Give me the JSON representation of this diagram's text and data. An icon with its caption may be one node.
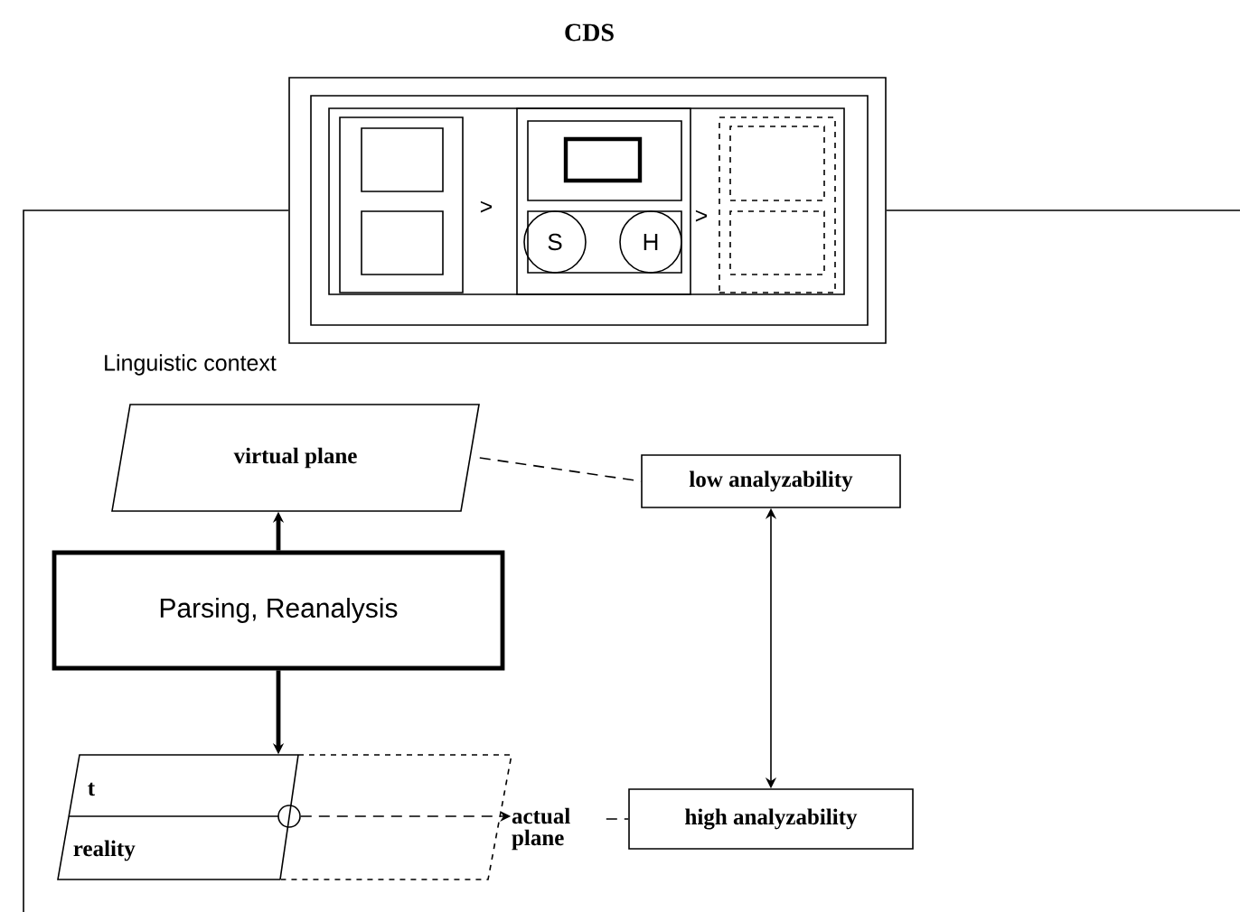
{
  "diagram": {
    "title": "CDS",
    "nodes": [
      {
        "text": [],
        "shape": "box"
      },
      {
        "text": [],
        "shape": "box",
        "in": 0
      },
      {
        "text": [],
        "shape": "box",
        "in": 1
      },
      {
        "text": [],
        "shape": "box",
        "in": 2
      },
      {
        "text": [],
        "shape": "box",
        "in": 3
      },
      {
        "text": [],
        "shape": "box",
        "in": 3
      },
      {
        "text": [],
        "shape": "box",
        "in": 2
      },
      {
        "text": [],
        "shape": "box",
        "in": 6
      },
      {
        "text": [],
        "shape": "box",
        "in": 7
      },
      {
        "text": [],
        "shape": "box",
        "in": 6
      },
      {
        "text": [
          "S"
        ],
        "in": 9
      },
      {
        "text": [
          "H"
        ],
        "in": 9
      },
      {
        "text": [],
        "shape": "box",
        "in": 2
      },
      {
        "text": [],
        "shape": "box",
        "in": 12
      },
      {
        "text": [],
        "shape": "box",
        "in": 12
      },
      {
        "text": [
          "virtual plane"
        ]
      },
      {
        "text": [
          "Parsing, Reanalysis"
        ]
      },
      {
        "text": [
          "t",
          "reality"
        ]
      },
      {
        "text": [],
        "shape": "circle",
        "in": 17
      },
      {
        "text": [
          "actual plane"
        ]
      },
      {
        "text": [
          "low analyzability"
        ]
      },
      {
        "text": [
          "high analyzability"
        ]
      }
    ],
    "edges": [
      {
        "from": 0,
        "to": null,
        "arrow": "none"
      },
      {
        "from": 0,
        "to": null,
        "arrow": "none"
      },
      {
        "from": 16,
        "to": 15,
        "arrow": "to",
        "style": "thick"
      },
      {
        "from": 16,
        "to": 17,
        "arrow": "to",
        "style": "thick"
      },
      {
        "from": 15,
        "to": 20,
        "arrow": "none",
        "style": "dashed"
      },
      {
        "from": 20,
        "to": 21,
        "arrow": "both"
      },
      {
        "from": 18,
        "to": 19,
        "arrow": "to",
        "style": "dashed"
      },
      {
        "from": 19,
        "to": 21,
        "arrow": "none",
        "style": "dashed"
      }
    ],
    "labels": [
      ">",
      ">",
      "Linguistic context"
    ]
  }
}
